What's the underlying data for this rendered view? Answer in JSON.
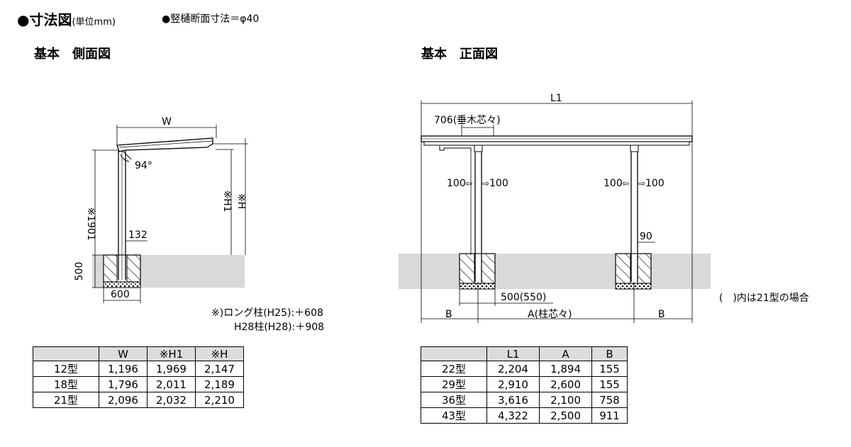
{
  "header": {
    "title": "●寸法図",
    "unit": "(単位mm)",
    "gutter_note": "●竪樋断面寸法＝φ40"
  },
  "side_view": {
    "title": "基本　側面図",
    "labels": {
      "w": "W",
      "angle": "94°",
      "h1901": "※1901",
      "h1": "※H1",
      "h": "※H",
      "d132": "132",
      "d500": "500",
      "d600": "600"
    },
    "notes": [
      "※)ロング柱(H25):＋608",
      "H28柱(H28):＋908"
    ]
  },
  "front_view": {
    "title": "基本　正面図",
    "labels": {
      "l1": "L1",
      "d706": "706(垂木芯々)",
      "d100a": "100",
      "d100b": "100",
      "d100c": "100",
      "d100d": "100",
      "d90": "90",
      "d500": "500(550)",
      "b_left": "B",
      "a": "A(柱芯々)",
      "b_right": "B"
    },
    "note": "(　)内は21型の場合"
  },
  "table_side": {
    "headers": [
      "",
      "W",
      "※H1",
      "※H"
    ],
    "rows": [
      [
        "12型",
        "1,196",
        "1,969",
        "2,147"
      ],
      [
        "18型",
        "1,796",
        "2,011",
        "2,189"
      ],
      [
        "21型",
        "2,096",
        "2,032",
        "2,210"
      ]
    ]
  },
  "table_front": {
    "headers": [
      "",
      "L1",
      "A",
      "B"
    ],
    "rows": [
      [
        "22型",
        "2,204",
        "1,894",
        "155"
      ],
      [
        "29型",
        "2,910",
        "2,600",
        "155"
      ],
      [
        "36型",
        "3,616",
        "2,100",
        "758"
      ],
      [
        "43型",
        "4,322",
        "2,500",
        "911"
      ]
    ]
  },
  "colors": {
    "ground": "#d9d9d9",
    "line": "#000000",
    "header_cell": "#dcdcdc"
  }
}
